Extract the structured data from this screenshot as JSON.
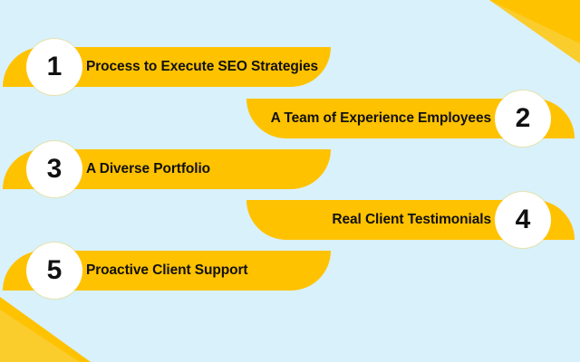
{
  "colors": {
    "background": "#d9f1fa",
    "accent": "#ffc200",
    "accent_dark": "#f5b800",
    "badge": "#ffffff",
    "text": "#111111"
  },
  "items": [
    {
      "number": "1",
      "label": "Process to Execute SEO Strategies",
      "side": "left"
    },
    {
      "number": "2",
      "label": "A Team of Experience Employees",
      "side": "right"
    },
    {
      "number": "3",
      "label": "A Diverse Portfolio",
      "side": "left"
    },
    {
      "number": "4",
      "label": "Real Client Testimonials",
      "side": "right"
    },
    {
      "number": "5",
      "label": "Proactive Client Support",
      "side": "left"
    }
  ]
}
